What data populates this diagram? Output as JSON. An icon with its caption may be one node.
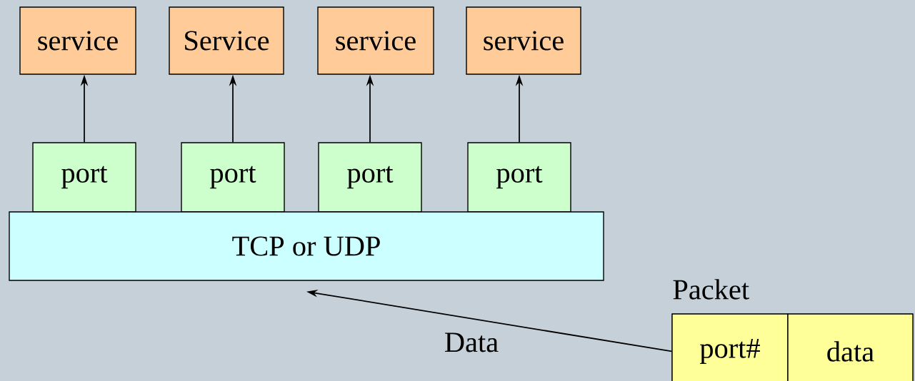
{
  "diagram": {
    "nodes": [
      {
        "text": [
          "service"
        ]
      },
      {
        "text": [
          "Service"
        ]
      },
      {
        "text": [
          "service"
        ]
      },
      {
        "text": [
          "service"
        ]
      },
      {
        "text": [
          "port"
        ]
      },
      {
        "text": [
          "port"
        ]
      },
      {
        "text": [
          "port"
        ]
      },
      {
        "text": [
          "port"
        ]
      },
      {
        "text": [
          "TCP or UDP"
        ]
      },
      {
        "text": [
          "Packet"
        ]
      },
      {
        "text": [
          "port#"
        ],
        "in": 9
      },
      {
        "text": [
          "data"
        ],
        "in": 9
      }
    ],
    "edges": [
      {
        "from": 4,
        "to": 0,
        "arrow": "to"
      },
      {
        "from": 5,
        "to": 1,
        "arrow": "to"
      },
      {
        "from": 6,
        "to": 2,
        "arrow": "to"
      },
      {
        "from": 7,
        "to": 3,
        "arrow": "to"
      },
      {
        "from": 10,
        "to": 8,
        "arrow": "to",
        "label": "Data"
      }
    ]
  }
}
